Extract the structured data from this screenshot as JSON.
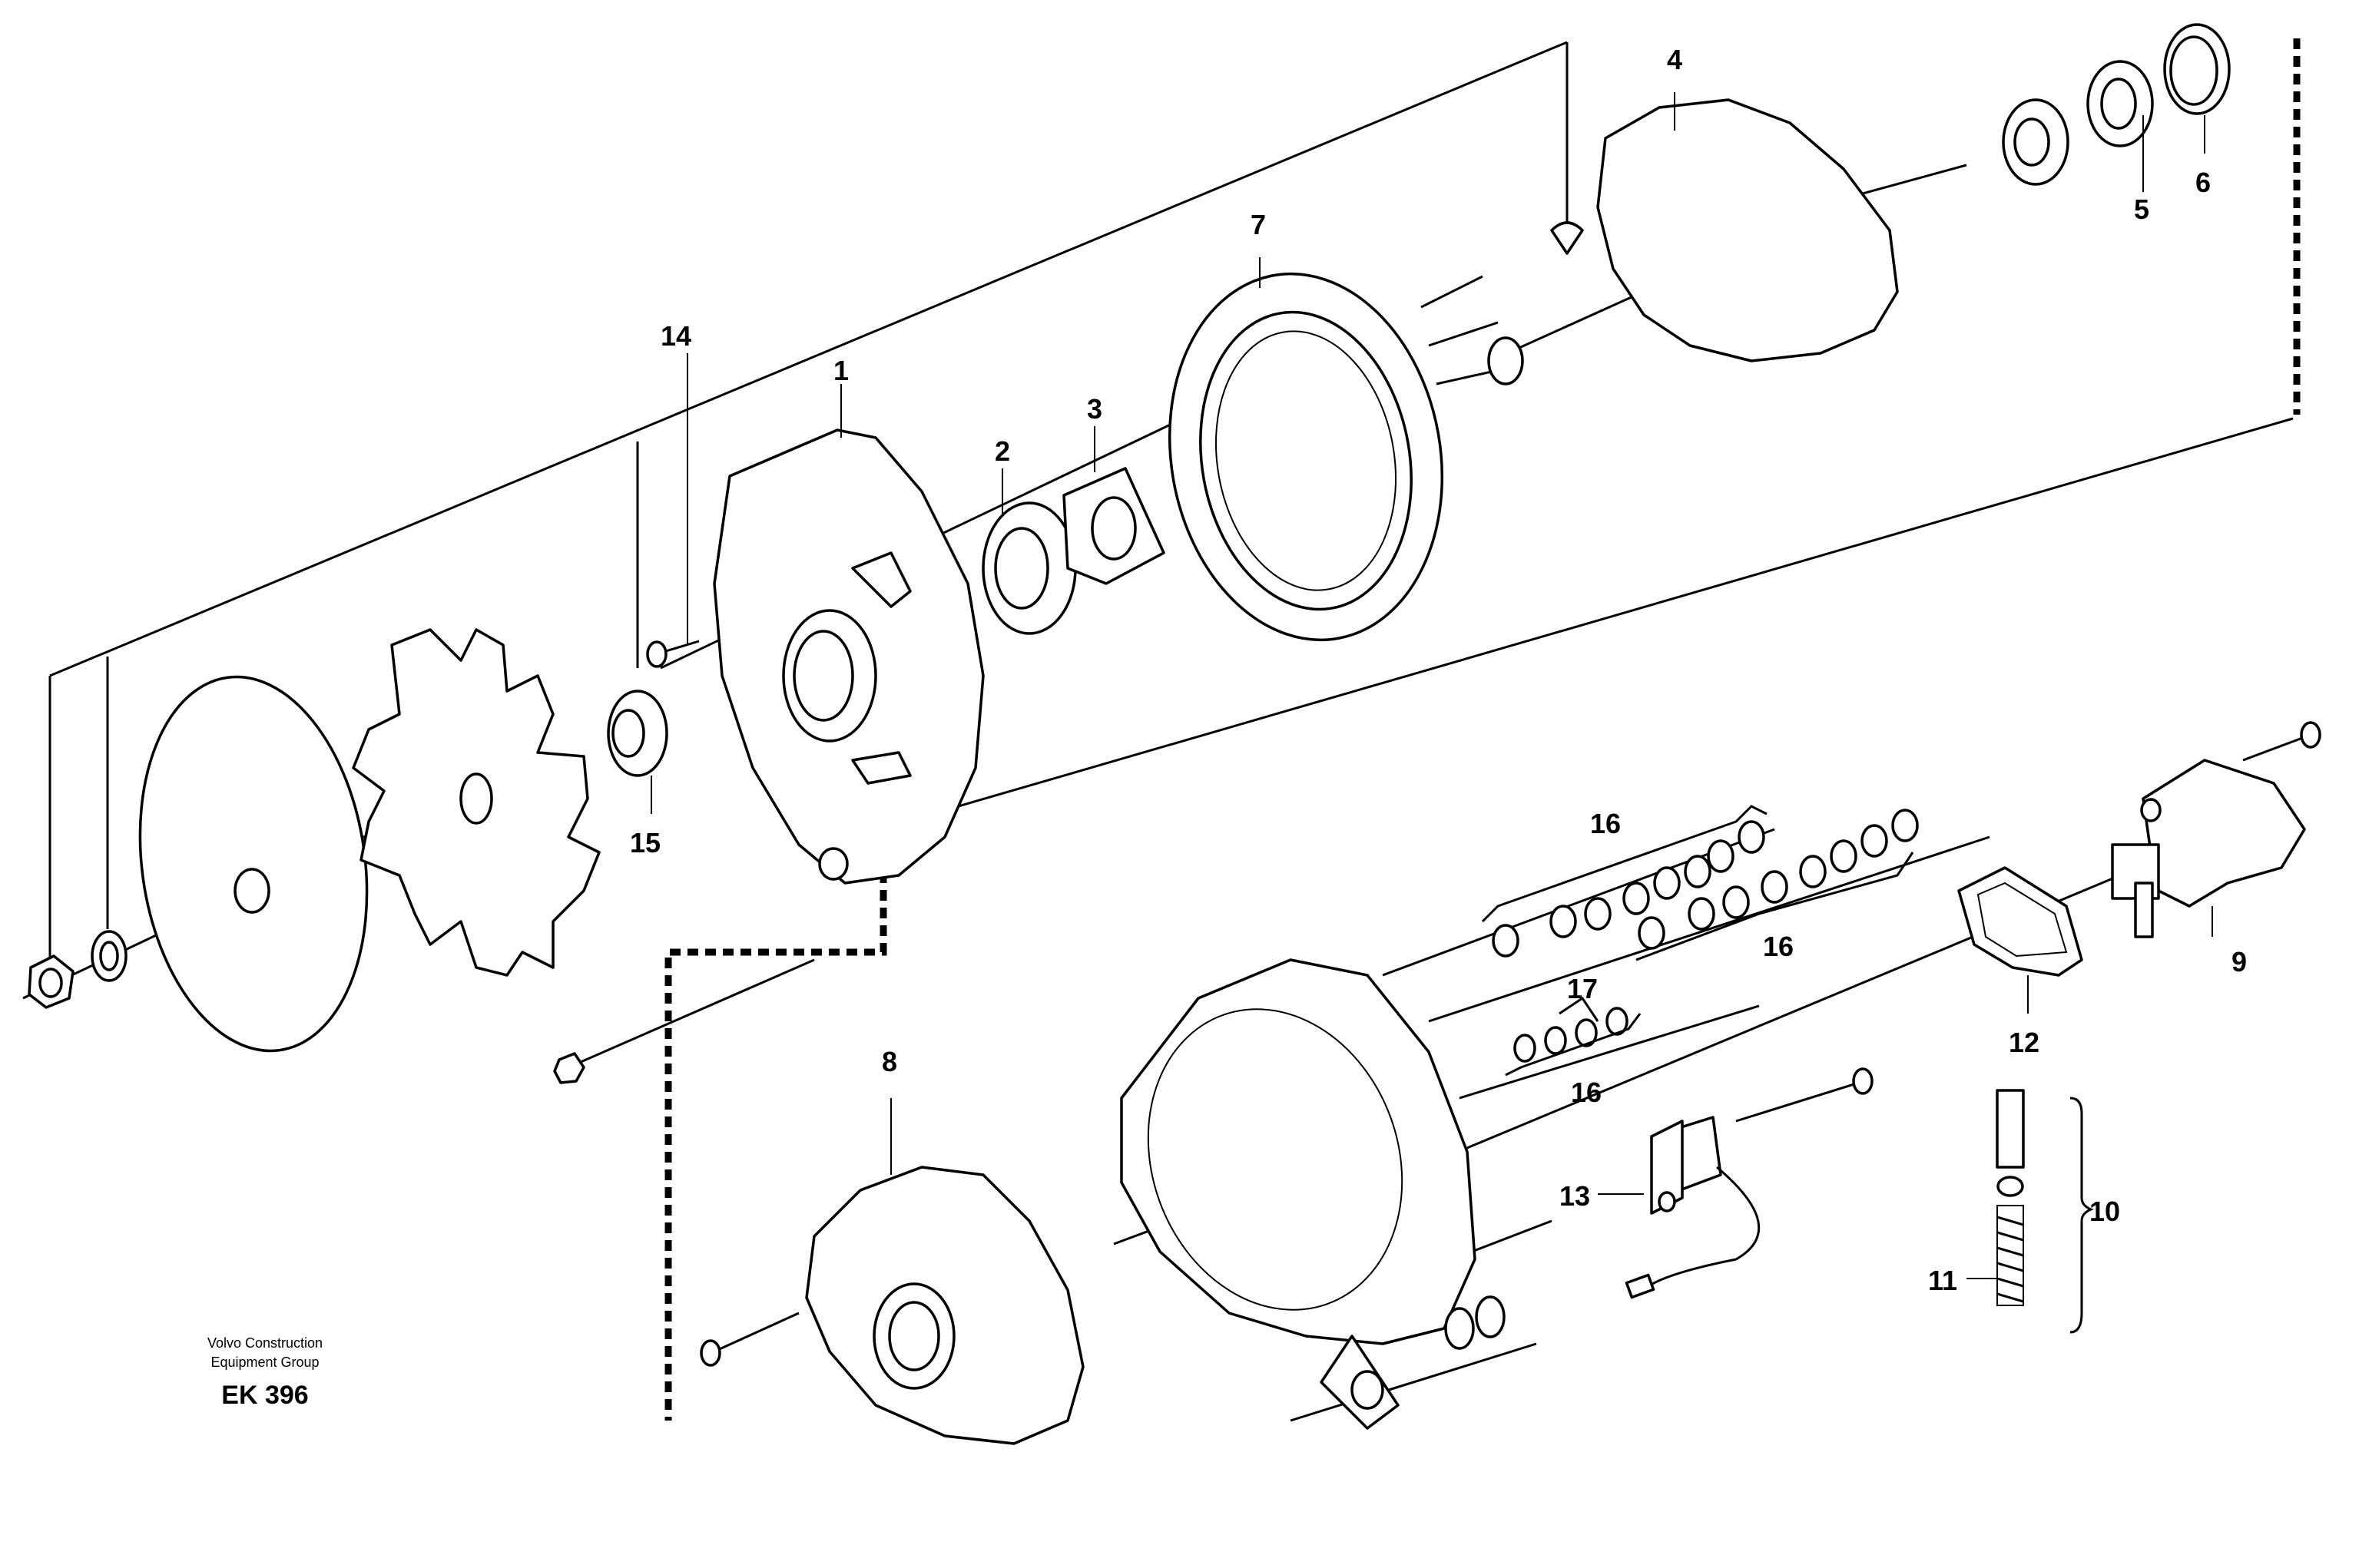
{
  "labels": {
    "p1": "1",
    "p2": "2",
    "p3": "3",
    "p4": "4",
    "p5": "5",
    "p6": "6",
    "p7": "7",
    "p8": "8",
    "p9": "9",
    "p10": "10",
    "p11": "11",
    "p12": "12",
    "p13": "13",
    "p14": "14",
    "p15": "15",
    "p16a": "16",
    "p16b": "16",
    "p16c": "16",
    "p17": "17"
  },
  "credit": {
    "line1": "Volvo Construction",
    "line2": "Equipment Group",
    "code": "EK 396"
  }
}
